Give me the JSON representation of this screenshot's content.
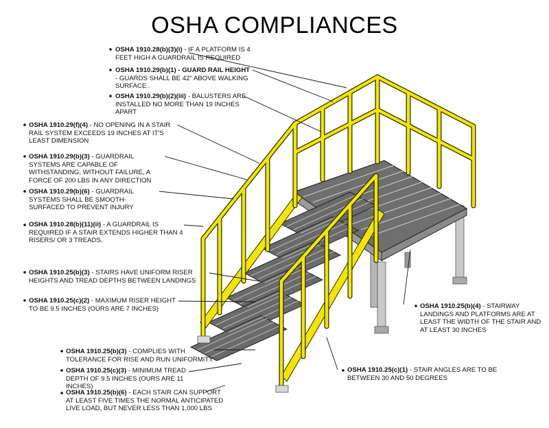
{
  "title": "OSHA COMPLIANCES",
  "notes": [
    {
      "code": "OSHA 1910.28(b)(3)(i)",
      "text": " - IF A PLATFORM IS 4 FEET HIGH A GUARDRAIL IS REQUIRED"
    },
    {
      "code": "OSHA 1910.29(b)(1) - GUARD RAIL HEIGHT",
      "text": " - GUARDS SHALL BE 42\" ABOVE WALKING SURFACE ."
    },
    {
      "code": "OSHA 1910.29(b)(2)(iii)",
      "text": " - BALUSTERS ARE INSTALLED NO MORE THAN 19 INCHES APART"
    },
    {
      "code": "OSHA 1910.29(f)(4)",
      "text": " - NO OPENING IN A STAIR RAIL SYSTEM EXCEEDS 19 INCHES AT IT'S LEAST DIMENSION"
    },
    {
      "code": "OSHA 1910.29(b)(3)",
      "text": " - GUARDRAIL SYSTEMS ARE CAPABLE OF WITHSTANDING, WITHOUT FAILURE, A FORCE OF 200 LBS IN ANY DIRECTION"
    },
    {
      "code": "OSHA 1910.29(b)(6)",
      "text": " - GUARDRAIL SYSTEMS SHALL BE SMOOTH-SURFACED TO PREVENT INJURY"
    },
    {
      "code": "OSHA 1910.28(b)(11)(ii)",
      "text": " - A GUARDRAIL IS REQUIRED IF A STAIR EXTENDS HIGHER THAN 4 RISERS/ OR 3 TREADS."
    },
    {
      "code": "OSHA 1910.25(b)(3)",
      "text": " - STAIRS HAVE UNIFORM RISER HEIGHTS AND TREAD DEPTHS BETWEEN LANDINGS"
    },
    {
      "code": "OSHA 1910.25(c)(2)",
      "text": " - MAXIMUM RISER HEIGHT TO BE 9.5 INCHES (OURS ARE 7 INCHES)"
    },
    {
      "code": "OSHA 1910.25(b)(4)",
      "text": " - STAIRWAY LANDINGS AND PLATFORMS ARE AT LEAST THE WIDTH OF THE STAIR AND AT LEAST 30 INCHES"
    },
    {
      "code": "OSHA 1910.25(b)(3)",
      "text": " - COMPLIES WITH TOLERANCE FOR  RISE AND RUN UNIFORMITY"
    },
    {
      "code": "OSHA 1910.25(c)(3)",
      "text": " - MINIMUM TREAD DEPTH OF 9.5 INCHES (OURS ARE 11 INCHES)"
    },
    {
      "code": "OSHA 1910.25(c)(1)",
      "text": " - STAIR ANGLES ARE TO BE BETWEEN 30 AND 50 DEGREES"
    },
    {
      "code": "OSHA 1910.25(b)(6)",
      "text": " - EACH STAIR CAN SUPPORT AT LEAST FIVE TIMES THE NORMAL ANTICIPATED LIVE LOAD, BUT NEVER LESS THAN 1,000 LBS"
    }
  ],
  "colors": {
    "rail": "#f2e600",
    "rail_edge": "#2a2a00",
    "grating": "#6f6f6f",
    "grating_dark": "#3c3c3c",
    "post": "#c9c9c9",
    "text": "#111111"
  }
}
